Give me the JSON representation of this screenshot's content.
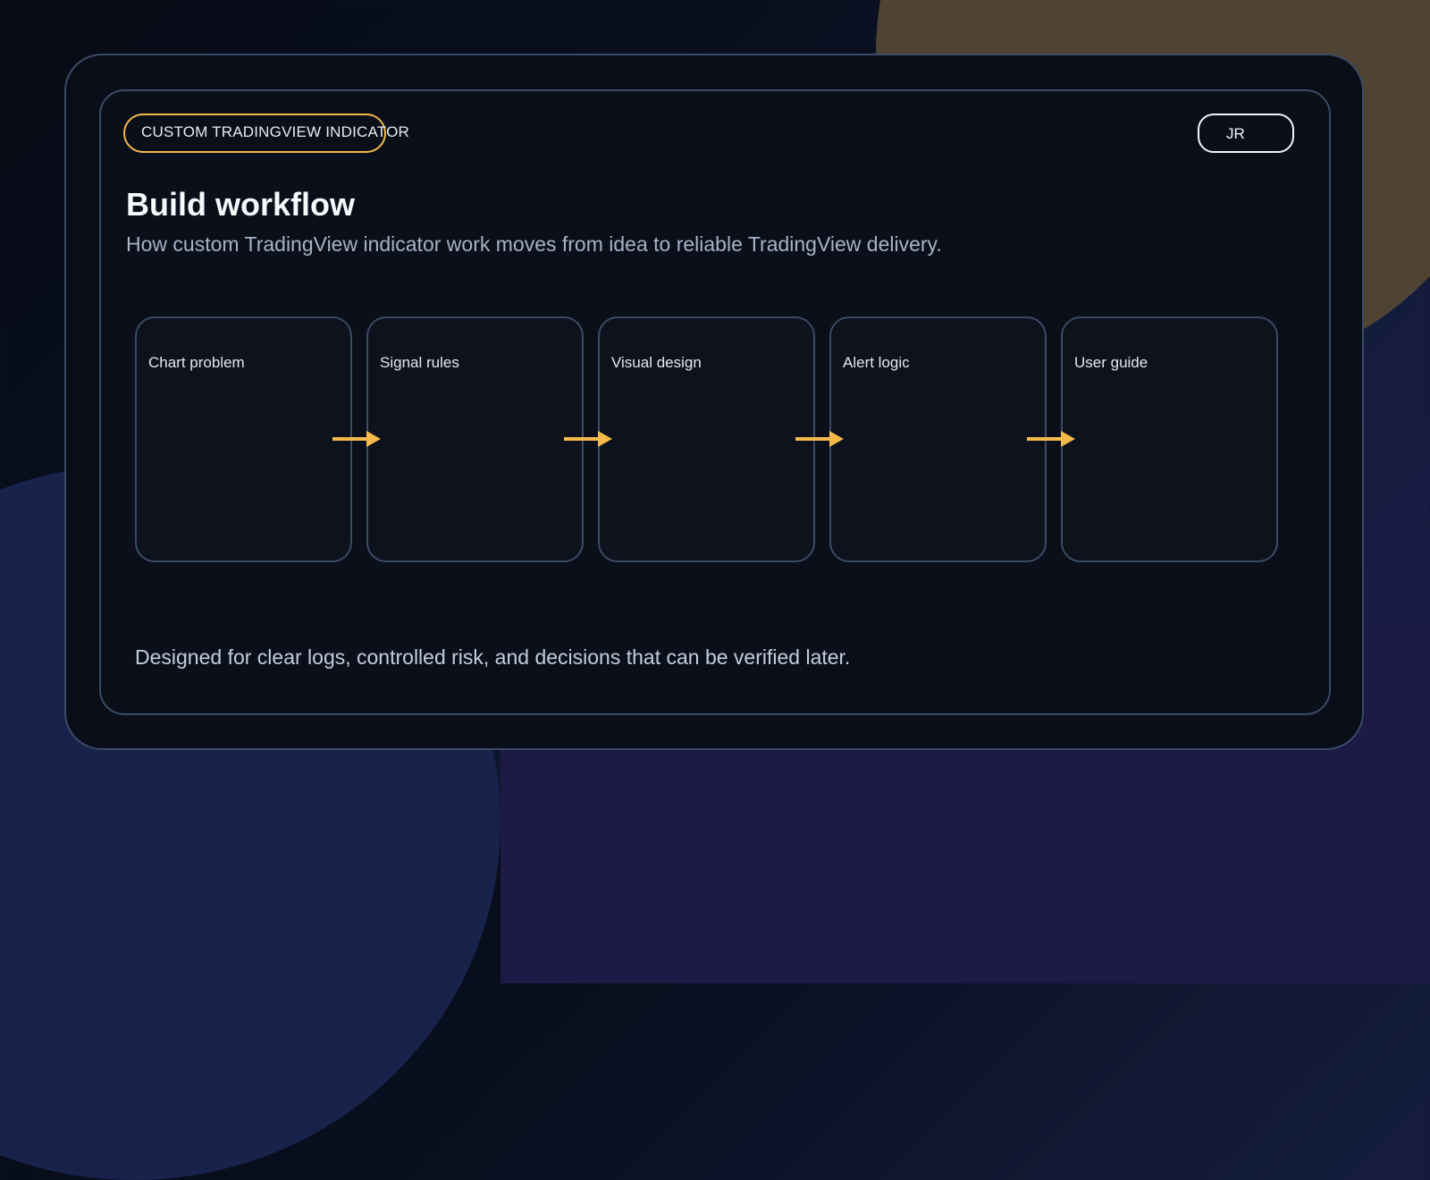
{
  "header": {
    "tag_label": "CUSTOM TRADINGVIEW INDICATOR",
    "avatar_initials": "JR"
  },
  "main": {
    "title": "Build workflow",
    "subtitle": "How custom TradingView indicator work moves from idea to reliable TradingView delivery."
  },
  "workflow": {
    "steps": [
      {
        "label": "Chart problem"
      },
      {
        "label": "Signal rules"
      },
      {
        "label": "Visual design"
      },
      {
        "label": "Alert logic"
      },
      {
        "label": "User guide"
      }
    ],
    "connector_icon": "arrow-right-icon",
    "connector_color": "#f5b94a"
  },
  "footer": {
    "note": "Designed for clear logs, controlled risk, and decisions that can be verified later."
  },
  "colors": {
    "accent": "#f2b84b",
    "border": "#3b4a65",
    "panel": "#0a0f1a",
    "text_primary": "#f6f8fb",
    "text_secondary": "#a6b3c6"
  }
}
